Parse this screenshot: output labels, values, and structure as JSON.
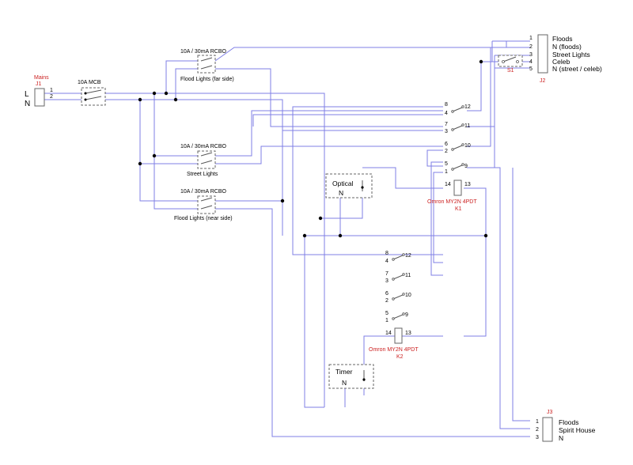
{
  "mains": {
    "ref_name": "Mains",
    "ref": "J1",
    "l_label": "L",
    "n_label": "N",
    "pin1": "1",
    "pin2": "2"
  },
  "mcb": {
    "label": "10A MCB"
  },
  "rcbo_far": {
    "rating": "10A / 30mA RCBO",
    "name": "Flood Lights (far side)"
  },
  "rcbo_street": {
    "rating": "10A / 30mA RCBO",
    "name": "Street Lights"
  },
  "rcbo_near": {
    "rating": "10A / 30mA RCBO",
    "name": "Flood Lights (near side)"
  },
  "j2": {
    "ref": "J2",
    "pins": [
      "1",
      "2",
      "3",
      "4",
      "5"
    ],
    "labels": [
      "Floods",
      "N (floods)",
      "Street Lights",
      "Celeb",
      "N (street / celeb)"
    ]
  },
  "s1": {
    "ref": "S1"
  },
  "k1": {
    "model": "Omron MY2N 4PDT",
    "ref": "K1",
    "pins": {
      "p8": "8",
      "p4": "4",
      "p12": "12",
      "p7": "7",
      "p3": "3",
      "p11": "11",
      "p6": "6",
      "p2": "2",
      "p10": "10",
      "p5": "5",
      "p1": "1",
      "p9": "9",
      "p14": "14",
      "p13": "13"
    }
  },
  "k2": {
    "model": "Omron MY2N 4PDT",
    "ref": "K2",
    "pins": {
      "p8": "8",
      "p4": "4",
      "p12": "12",
      "p7": "7",
      "p3": "3",
      "p11": "11",
      "p6": "6",
      "p2": "2",
      "p10": "10",
      "p5": "5",
      "p1": "1",
      "p9": "9",
      "p14": "14",
      "p13": "13"
    }
  },
  "optical": {
    "label": "Optical",
    "n": "N"
  },
  "timer": {
    "label": "Timer",
    "n": "N"
  },
  "j3": {
    "ref": "J3",
    "pins": [
      "1",
      "2",
      "3"
    ],
    "labels": [
      "Floods",
      "Spirit House",
      "N"
    ]
  }
}
